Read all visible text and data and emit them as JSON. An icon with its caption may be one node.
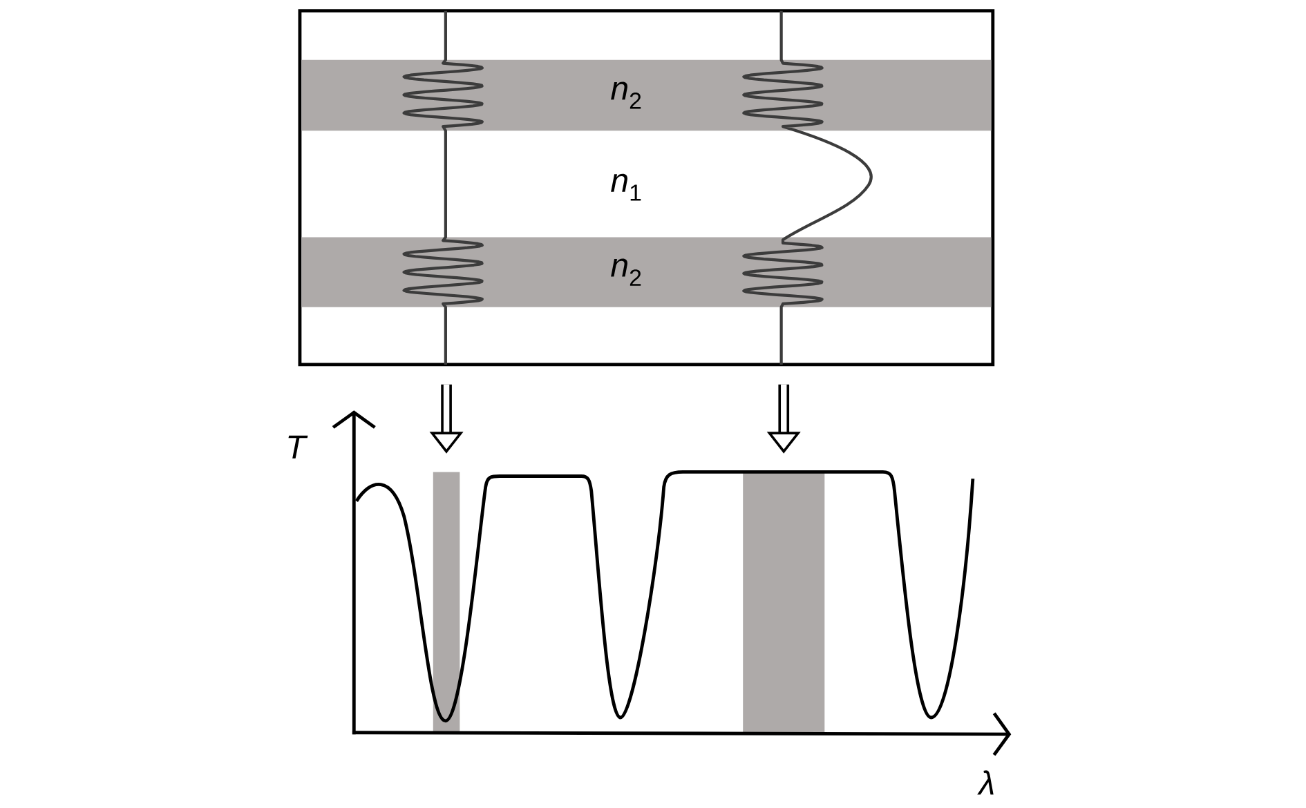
{
  "diagram": {
    "nodes": [
      {
        "text": [],
        "shape": "box"
      },
      {
        "text": [
          "*n*$_{2}$"
        ],
        "in": 0
      },
      {
        "text": [
          "*n*$_{2}$"
        ],
        "in": 0
      },
      {
        "text": [],
        "shape": "bar"
      },
      {
        "text": [],
        "shape": "bar"
      }
    ],
    "edges": [
      {
        "from": null,
        "to": 3,
        "arrow": "to"
      },
      {
        "from": null,
        "to": 4,
        "arrow": "to"
      }
    ],
    "labels": [
      "*n*$_{1}$",
      "T",
      "λ"
    ]
  }
}
